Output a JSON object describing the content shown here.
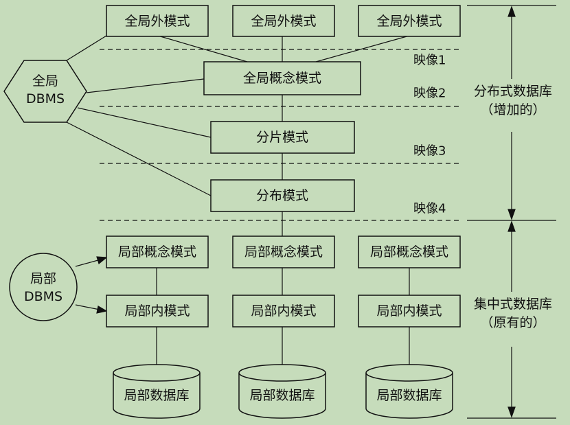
{
  "global_external_schemas": [
    "全局外模式",
    "全局外模式",
    "全局外模式"
  ],
  "global_dbms": {
    "line1": "全局",
    "line2": "DBMS"
  },
  "global_conceptual_schema": "全局概念模式",
  "fragmentation_schema": "分片模式",
  "allocation_schema": "分布模式",
  "mappings": [
    "映像1",
    "映像2",
    "映像3",
    "映像4"
  ],
  "local_dbms": {
    "line1": "局部",
    "line2": "DBMS"
  },
  "local_conceptual_schemas": [
    "局部概念模式",
    "局部概念模式",
    "局部概念模式"
  ],
  "local_internal_schemas": [
    "局部内模式",
    "局部内模式",
    "局部内模式"
  ],
  "local_databases": [
    "局部数据库",
    "局部数据库",
    "局部数据库"
  ],
  "right_labels": {
    "distributed_line1": "分布式数据库",
    "distributed_line2": "（增加的）",
    "centralized_line1": "集中式数据库",
    "centralized_line2": "（原有的）"
  },
  "colors": {
    "background": "#c6dcbb",
    "stroke": "#111111"
  }
}
